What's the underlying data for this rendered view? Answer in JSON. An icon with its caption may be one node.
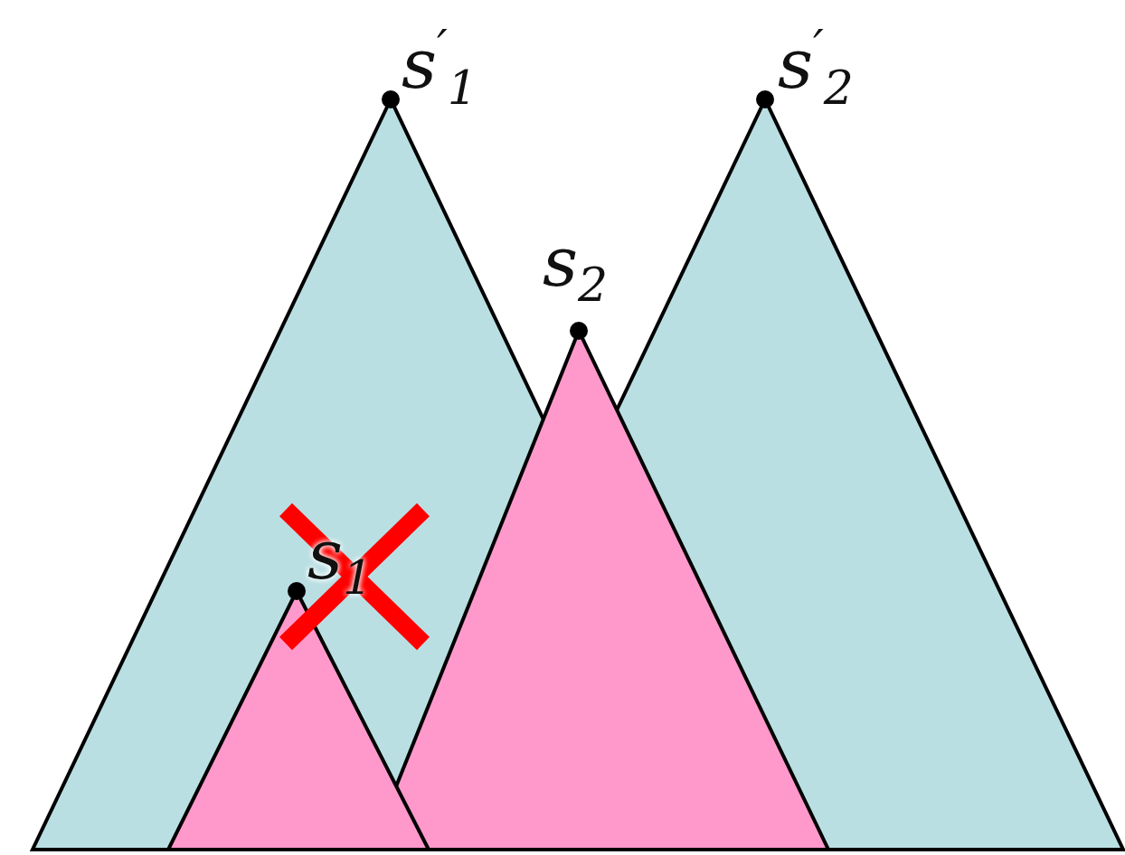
{
  "diagram": {
    "labels": [
      "s$^{′}$$_{1}$",
      "s$^{′}$$_{2}$",
      "s$_{2}$",
      "s$_{1}$"
    ]
  }
}
